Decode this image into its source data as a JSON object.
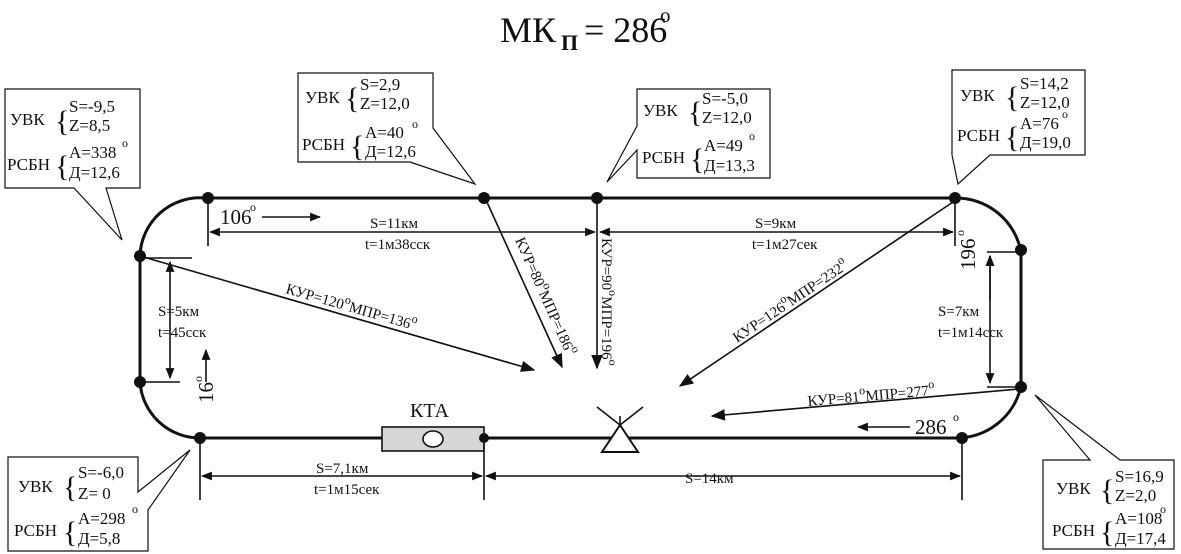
{
  "title": {
    "main": "МК",
    "sub": "П",
    "value": "= 286",
    "deg": "о"
  },
  "beacon_label": "КТА",
  "headings": {
    "h106": "106",
    "h196": "196",
    "h286": "286",
    "h16": "16",
    "deg": "о"
  },
  "segments": {
    "top_left": {
      "s": "S=11км",
      "t": "t=1м38сск"
    },
    "top_right": {
      "s": "S=9км",
      "t": "t=1м27сек"
    },
    "left": {
      "s": "S=5км",
      "t": "t=45сск"
    },
    "right": {
      "s": "S=7км",
      "t": "t=1м14сск"
    },
    "bottom_left": {
      "s": "S=7,1км",
      "t": "t=1м15сек"
    },
    "bottom_right": {
      "s": "S=14км"
    }
  },
  "bearings": {
    "b1": "КУР=120",
    "b1m": "МПР=136",
    "b2": "КУР=80",
    "b2m": "МПР=186",
    "b3": "КУР=90",
    "b3m": "МПР=196",
    "b4": "КУР=126",
    "b4m": "МПР=232",
    "b5": "КУР=81",
    "b5m": "МПР=277",
    "deg": "о"
  },
  "callouts": {
    "uvk": "УВК",
    "rsbn": "РСБН",
    "c1": {
      "s": "S=-9,5",
      "z": "Z=8,5",
      "a": "A=338",
      "d": "Д=12,6"
    },
    "c2": {
      "s": "S=2,9",
      "z": "Z=12,0",
      "a": "A=40",
      "d": "Д=12,6"
    },
    "c3": {
      "s": "S=-5,0",
      "z": "Z=12,0",
      "a": "A=49",
      "d": "Д=13,3"
    },
    "c4": {
      "s": "S=14,2",
      "z": "Z=12,0",
      "a": "A=76",
      "d": "Д=19,0"
    },
    "c5": {
      "s": "S=-6,0",
      "z": "Z= 0",
      "a": "A=298",
      "d": "Д=5,8"
    },
    "c6": {
      "s": "S=16,9",
      "z": "Z=2,0",
      "a": "A=108",
      "d": "Д=17,4"
    },
    "deg": "о"
  }
}
